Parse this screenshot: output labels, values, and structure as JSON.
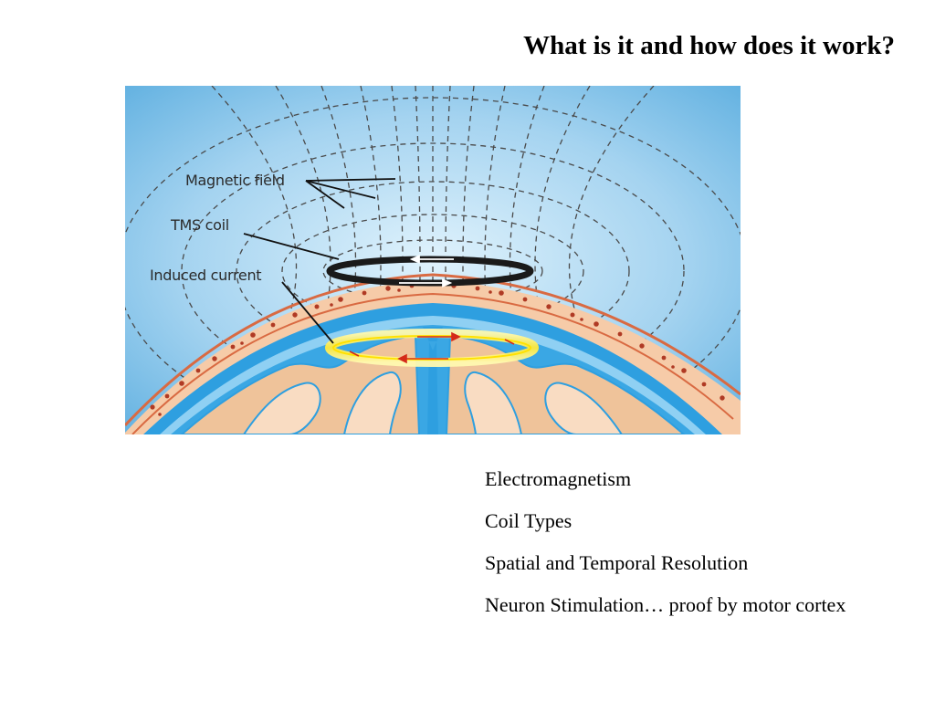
{
  "slide": {
    "title": "What is it and how does it work?"
  },
  "figure": {
    "labels": {
      "magnetic_field": "Magnetic field",
      "tms_coil": "TMS coil",
      "induced_current": "Induced current"
    },
    "colors": {
      "background_center": "#d4ecfa",
      "background_edge": "#57abde",
      "scalp": "#f4c5a2",
      "scalp_rim": "#d96a42",
      "blood_dots": "#b03a24",
      "skull": "#2e9fe0",
      "brain": "#efc39a",
      "coil": "#1a1a1a",
      "induced_glow": "#fff36a"
    }
  },
  "bullets": [
    "Electromagnetism",
    "Coil Types",
    "Spatial and Temporal Resolution",
    "Neuron Stimulation… proof by motor cortex"
  ]
}
